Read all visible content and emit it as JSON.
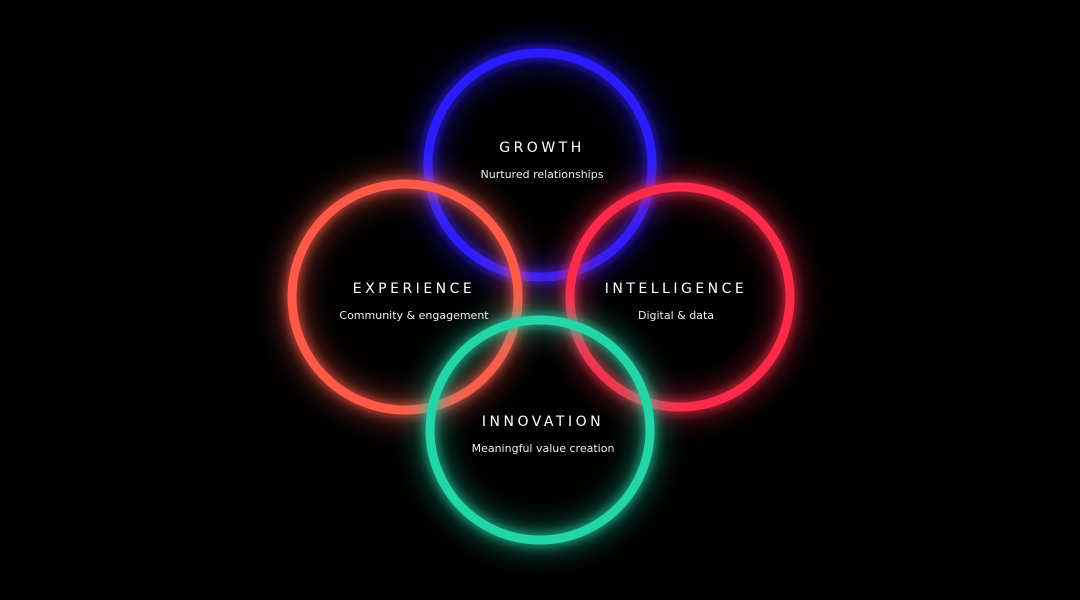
{
  "colors": {
    "growth": "#2a1cff",
    "experience": "#ff5a48",
    "intelligence": "#ff2a4a",
    "innovation": "#22d6a8",
    "background": "#000000"
  },
  "nodes": {
    "growth": {
      "title": "GROWTH",
      "subtitle": "Nurtured relationships"
    },
    "experience": {
      "title": "EXPERIENCE",
      "subtitle": "Community & engagement"
    },
    "intelligence": {
      "title": "INTELLIGENCE",
      "subtitle": "Digital & data"
    },
    "innovation": {
      "title": "INNOVATION",
      "subtitle": "Meaningful value creation"
    }
  }
}
